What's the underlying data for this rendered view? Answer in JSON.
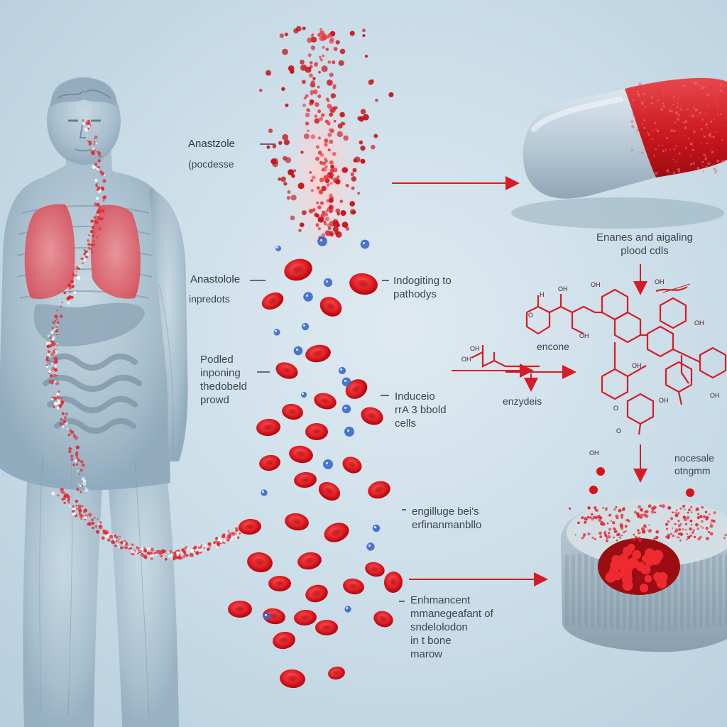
{
  "labels": {
    "anastzole_title": "Anastzole",
    "anastzole_sub": "(pocdesse",
    "anastole_2": "Anastolole",
    "inpredots": "inpredots",
    "indogiting": "Indogiting to\npathodys",
    "pooled_block": "Podled\ninponing\nthedobeld\nprowd",
    "induceio_block": "Induceio\nrrA 3 bbold\ncells",
    "enzymes_block": "Enanes and aigaling\nplood cdls",
    "encone": "encone",
    "enzydeis": "enzydeis",
    "engiluge_block": "engilluge bei's\nerfinanmanbllo",
    "enhancement_block": "Enhmancent\nmmanegeafant of\nsndelolodon\nin t bone\nmarow",
    "necesalo_block": "nocesale\notngmm"
  },
  "colors": {
    "background": "#c9dce7",
    "blood_red": "#d8141b",
    "arrow_red": "#d61c26",
    "body_blue": "#9fb9c9",
    "lungs": "#e2505a",
    "pill_blue": "#b7c9d6",
    "molecule_blue": "#3a68c8"
  }
}
